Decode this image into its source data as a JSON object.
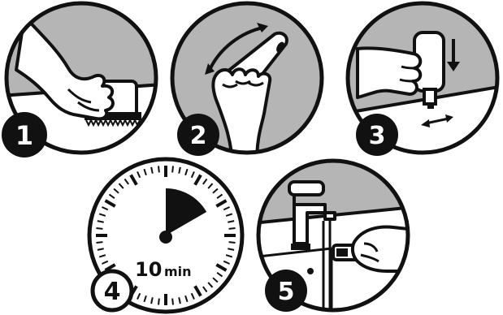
{
  "colors": {
    "outline": "#111111",
    "panel_bg": "#b5b5b5",
    "badge_fill": "#111111",
    "badge_text": "#ffffff",
    "clock_face": "#ffffff",
    "timer_wedge": "#111111",
    "skin": "#ffffff"
  },
  "steps": [
    {
      "number": "1",
      "icon": "hand-scrubbing-brush-icon"
    },
    {
      "number": "2",
      "icon": "hand-wiping-sponge-icon"
    },
    {
      "number": "3",
      "icon": "bottle-applying-liquid-icon"
    },
    {
      "number": "4",
      "icon": "timer-clock-icon",
      "timer": {
        "value": "10",
        "unit": "min"
      }
    },
    {
      "number": "5",
      "icon": "faucet-rinse-water-icon"
    }
  ]
}
